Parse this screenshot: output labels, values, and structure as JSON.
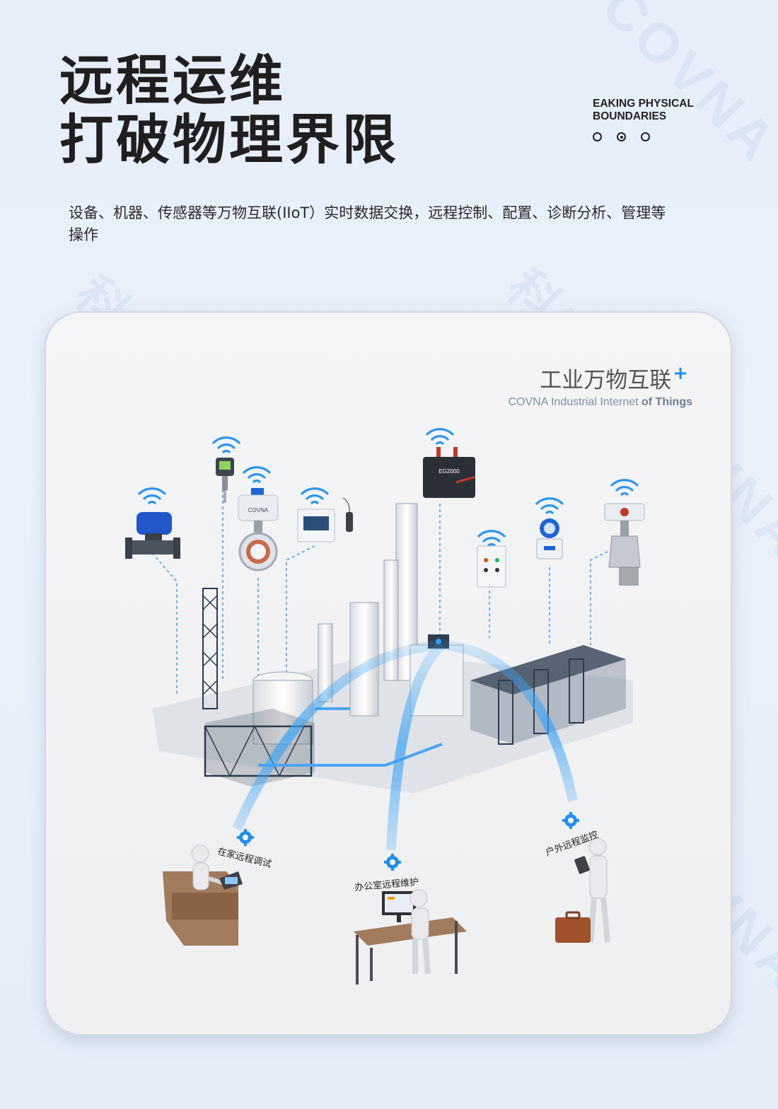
{
  "header": {
    "title_line1": "远程运维",
    "title_line2": "打破物理界限",
    "english_line1": "EAKING PHYSICAL",
    "english_line2": "BOUNDARIES",
    "description": "设备、机器、传感器等万物互联(IIoT）实时数据交换，远程控制、配置、诊断分析、管理等操作"
  },
  "pager": {
    "count": 3,
    "active_index": 1
  },
  "card": {
    "iiot_title": "工业万物互联",
    "iiot_plus": "+",
    "iiot_en_prefix": "COVNA Industrial Internet ",
    "iiot_en_bold": "of Things",
    "gateway_label": "EG2000",
    "valve_brand": "COVNA",
    "labels": {
      "home": "在家远程调试",
      "office": "办公室远程维护",
      "outdoor": "户外远程监控"
    }
  },
  "watermark": {
    "brand": "COVNA",
    "cn": "科威纳"
  },
  "colors": {
    "accent": "#1f8ff0",
    "title": "#1f1f1f",
    "wifi": "#2d95f0"
  }
}
